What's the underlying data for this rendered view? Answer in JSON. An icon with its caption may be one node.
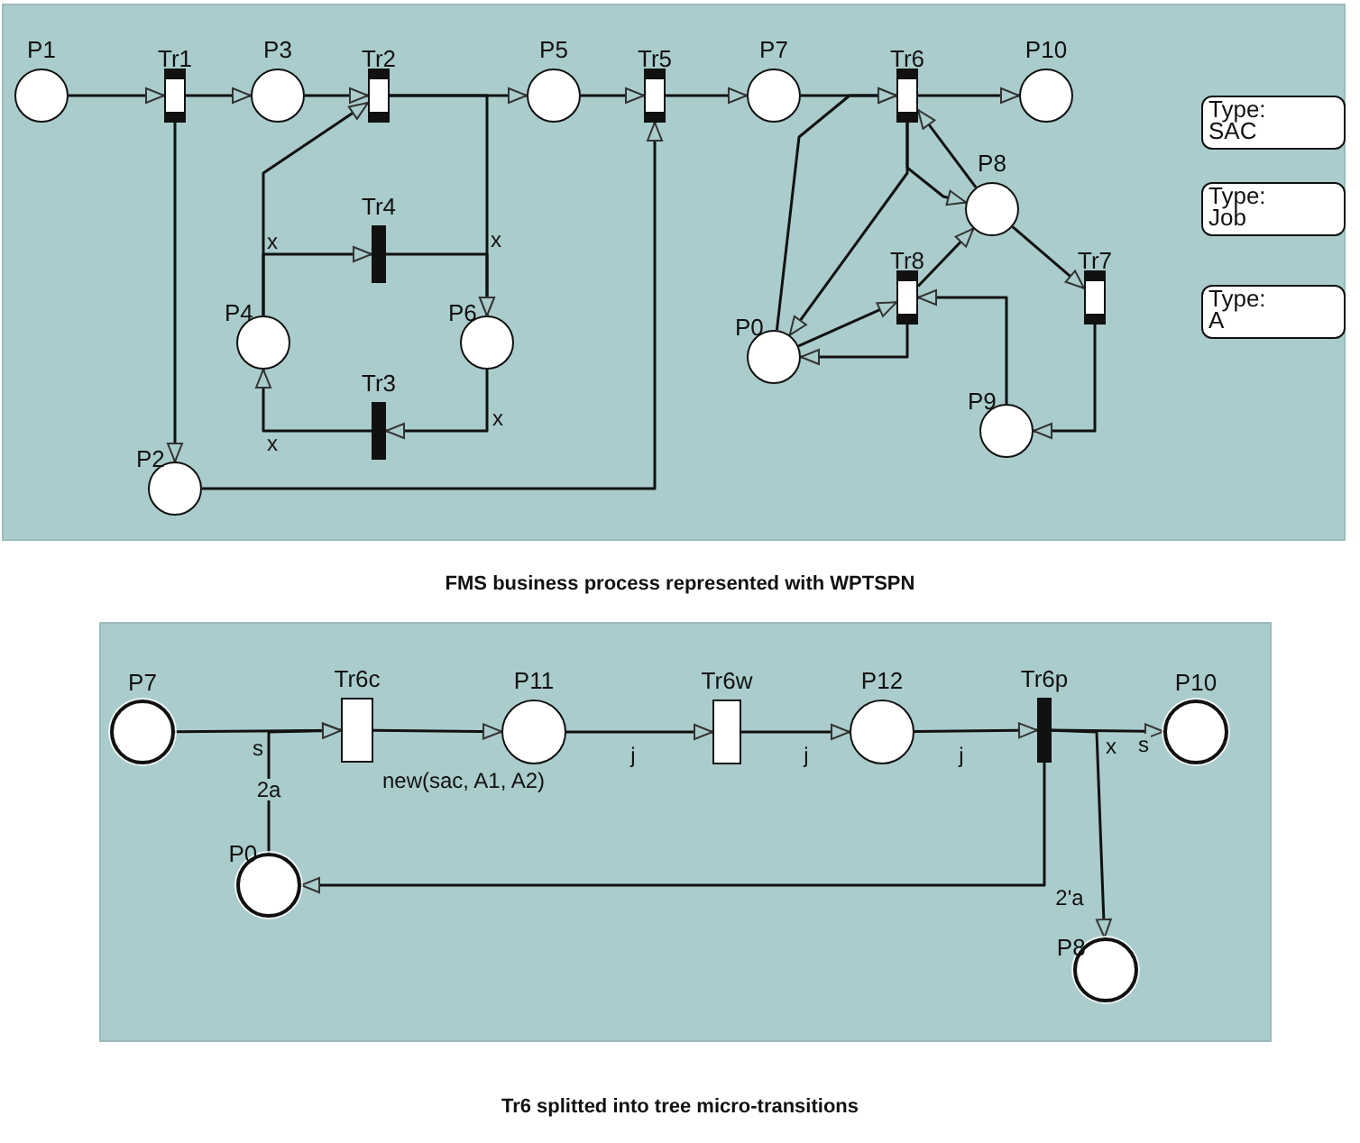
{
  "diagram": {
    "nodes": [
      {
        "text": [],
        "shape": "box"
      },
      {
        "text": [
          "P1"
        ],
        "in": 0
      },
      {
        "text": [
          "Tr1"
        ],
        "in": 0
      },
      {
        "text": [
          "P3"
        ],
        "in": 0
      },
      {
        "text": [
          "Tr2"
        ],
        "in": 0
      },
      {
        "text": [
          "P5"
        ],
        "in": 0
      },
      {
        "text": [
          "Tr5"
        ],
        "in": 0
      },
      {
        "text": [
          "P7"
        ],
        "in": 0
      },
      {
        "text": [
          "Tr6"
        ],
        "in": 0
      },
      {
        "text": [
          "P10"
        ],
        "in": 0
      },
      {
        "text": [
          "Type: SAC"
        ],
        "in": 0
      },
      {
        "text": [
          "P8"
        ],
        "in": 0
      },
      {
        "text": [
          "Type: Job"
        ],
        "in": 0
      },
      {
        "text": [
          "Tr4"
        ],
        "in": 0
      },
      {
        "text": [
          "Tr8"
        ],
        "in": 0
      },
      {
        "text": [
          "Tr7"
        ],
        "in": 0
      },
      {
        "text": [
          "Type: A"
        ],
        "in": 0
      },
      {
        "text": [
          "P4"
        ],
        "in": 0
      },
      {
        "text": [
          "P6"
        ],
        "in": 0
      },
      {
        "text": [
          "P0"
        ],
        "in": 0
      },
      {
        "text": [
          "Tr3"
        ],
        "in": 0
      },
      {
        "text": [
          "P9"
        ],
        "in": 0
      },
      {
        "text": [
          "P2"
        ],
        "in": 0
      },
      {
        "text": [],
        "shape": "box"
      },
      {
        "text": [
          "P7"
        ],
        "in": 23
      },
      {
        "text": [
          "Tr6c"
        ],
        "in": 23
      },
      {
        "text": [
          "P11"
        ],
        "in": 23
      },
      {
        "text": [
          "Tr6w"
        ],
        "in": 23
      },
      {
        "text": [
          "P12"
        ],
        "in": 23
      },
      {
        "text": [
          "Tr6p"
        ],
        "in": 23
      },
      {
        "text": [
          "P10"
        ],
        "in": 23
      },
      {
        "text": [
          "P0"
        ],
        "in": 23
      },
      {
        "text": [
          "P8"
        ],
        "in": 23
      }
    ],
    "edges": [
      {
        "from": 1,
        "to": 2,
        "arrow": "to"
      },
      {
        "from": 2,
        "to": 3,
        "arrow": "to"
      },
      {
        "from": 3,
        "to": 4,
        "arrow": "to"
      },
      {
        "from": 4,
        "to": 5,
        "arrow": "to"
      },
      {
        "from": 5,
        "to": 6,
        "arrow": "to"
      },
      {
        "from": 6,
        "to": 7,
        "arrow": "to"
      },
      {
        "from": 7,
        "to": 8,
        "arrow": "to"
      },
      {
        "from": 8,
        "to": 9,
        "arrow": "to"
      },
      {
        "from": 2,
        "to": 22,
        "arrow": "to"
      },
      {
        "from": 22,
        "to": 6,
        "arrow": "to"
      },
      {
        "from": 17,
        "to": 4,
        "arrow": "to"
      },
      {
        "from": 17,
        "to": 13,
        "label": "x",
        "arrow": "to"
      },
      {
        "from": 13,
        "to": 18,
        "label": "x",
        "arrow": "to"
      },
      {
        "from": 4,
        "to": 18,
        "arrow": "to"
      },
      {
        "from": 18,
        "to": 20,
        "label": "x",
        "arrow": "to"
      },
      {
        "from": 20,
        "to": 17,
        "label": "x",
        "arrow": "to"
      },
      {
        "from": 19,
        "to": 8,
        "arrow": "to"
      },
      {
        "from": 8,
        "to": 19,
        "arrow": "to"
      },
      {
        "from": 8,
        "to": 11,
        "arrow": "to"
      },
      {
        "from": 11,
        "to": 8,
        "arrow": "to"
      },
      {
        "from": 11,
        "to": 15,
        "arrow": "to"
      },
      {
        "from": 14,
        "to": 11,
        "arrow": "to"
      },
      {
        "from": 19,
        "to": 14,
        "arrow": "to"
      },
      {
        "from": 14,
        "to": 19,
        "arrow": "to"
      },
      {
        "from": 21,
        "to": 14,
        "arrow": "to"
      },
      {
        "from": 15,
        "to": 21,
        "arrow": "to"
      },
      {
        "from": 24,
        "to": 25,
        "label": "s",
        "arrow": "to"
      },
      {
        "from": 31,
        "to": 25,
        "label": "2a",
        "arrow": "to"
      },
      {
        "from": 25,
        "to": 26,
        "label": "new(sac, A1, A2)",
        "arrow": "to"
      },
      {
        "from": 26,
        "to": 27,
        "label": "j",
        "arrow": "to"
      },
      {
        "from": 27,
        "to": 28,
        "label": "j",
        "arrow": "to"
      },
      {
        "from": 28,
        "to": 29,
        "label": "j",
        "arrow": "to"
      },
      {
        "from": 29,
        "to": 30,
        "label": "s",
        "arrow": "to"
      },
      {
        "from": 29,
        "to": 32,
        "label": "x",
        "arrow": "to"
      },
      {
        "from": 29,
        "to": 31,
        "label": "2'a",
        "arrow": "to"
      }
    ],
    "labels": [
      "FMS business process represented with WPTSPN",
      "Tr6 splitted into tree micro-transitions"
    ]
  }
}
